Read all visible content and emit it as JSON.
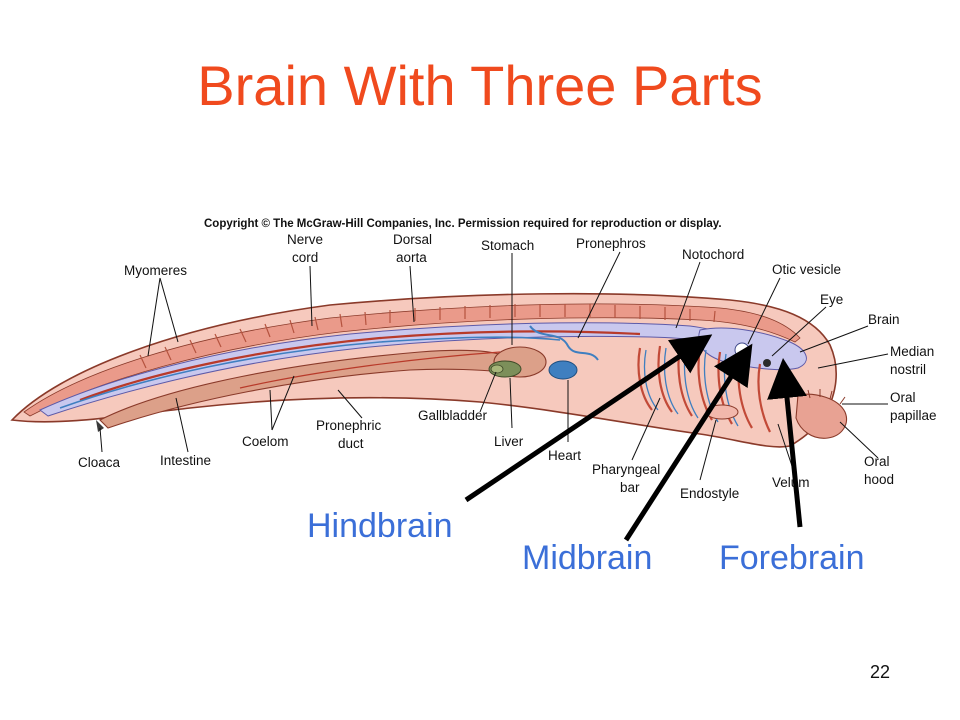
{
  "slide": {
    "title": "Brain With Three Parts",
    "page_number": "22"
  },
  "figure": {
    "copyright": "Copyright © The McGraw-Hill Companies, Inc. Permission required for reproduction or display.",
    "labels": {
      "myomeres": "Myomeres",
      "nerve_cord_1": "Nerve",
      "nerve_cord_2": "cord",
      "dorsal_aorta_1": "Dorsal",
      "dorsal_aorta_2": "aorta",
      "stomach": "Stomach",
      "pronephros": "Pronephros",
      "notochord": "Notochord",
      "otic_vesicle": "Otic vesicle",
      "eye": "Eye",
      "brain": "Brain",
      "median_nostril_1": "Median",
      "median_nostril_2": "nostril",
      "oral_papillae_1": "Oral",
      "oral_papillae_2": "papillae",
      "oral_hood_1": "Oral",
      "oral_hood_2": "hood",
      "velum": "Velum",
      "endostyle": "Endostyle",
      "pharyngeal_bar_1": "Pharyngeal",
      "pharyngeal_bar_2": "bar",
      "heart": "Heart",
      "liver": "Liver",
      "gallbladder": "Gallbladder",
      "pronephric_duct_1": "Pronephric",
      "pronephric_duct_2": "duct",
      "coelom": "Coelom",
      "intestine": "Intestine",
      "cloaca": "Cloaca"
    },
    "brain_parts": {
      "hindbrain": "Hindbrain",
      "midbrain": "Midbrain",
      "forebrain": "Forebrain"
    }
  },
  "colors": {
    "title": "#f04a1e",
    "brain_label": "#3b6fd8",
    "arrow": "#000000",
    "body_pink": "#f2b8ac",
    "muscle_red": "#e07c6a",
    "notochord_lavender": "#c9c8ee",
    "vessel_blue": "#3f7fc0",
    "gut_tan": "#d49a80"
  }
}
